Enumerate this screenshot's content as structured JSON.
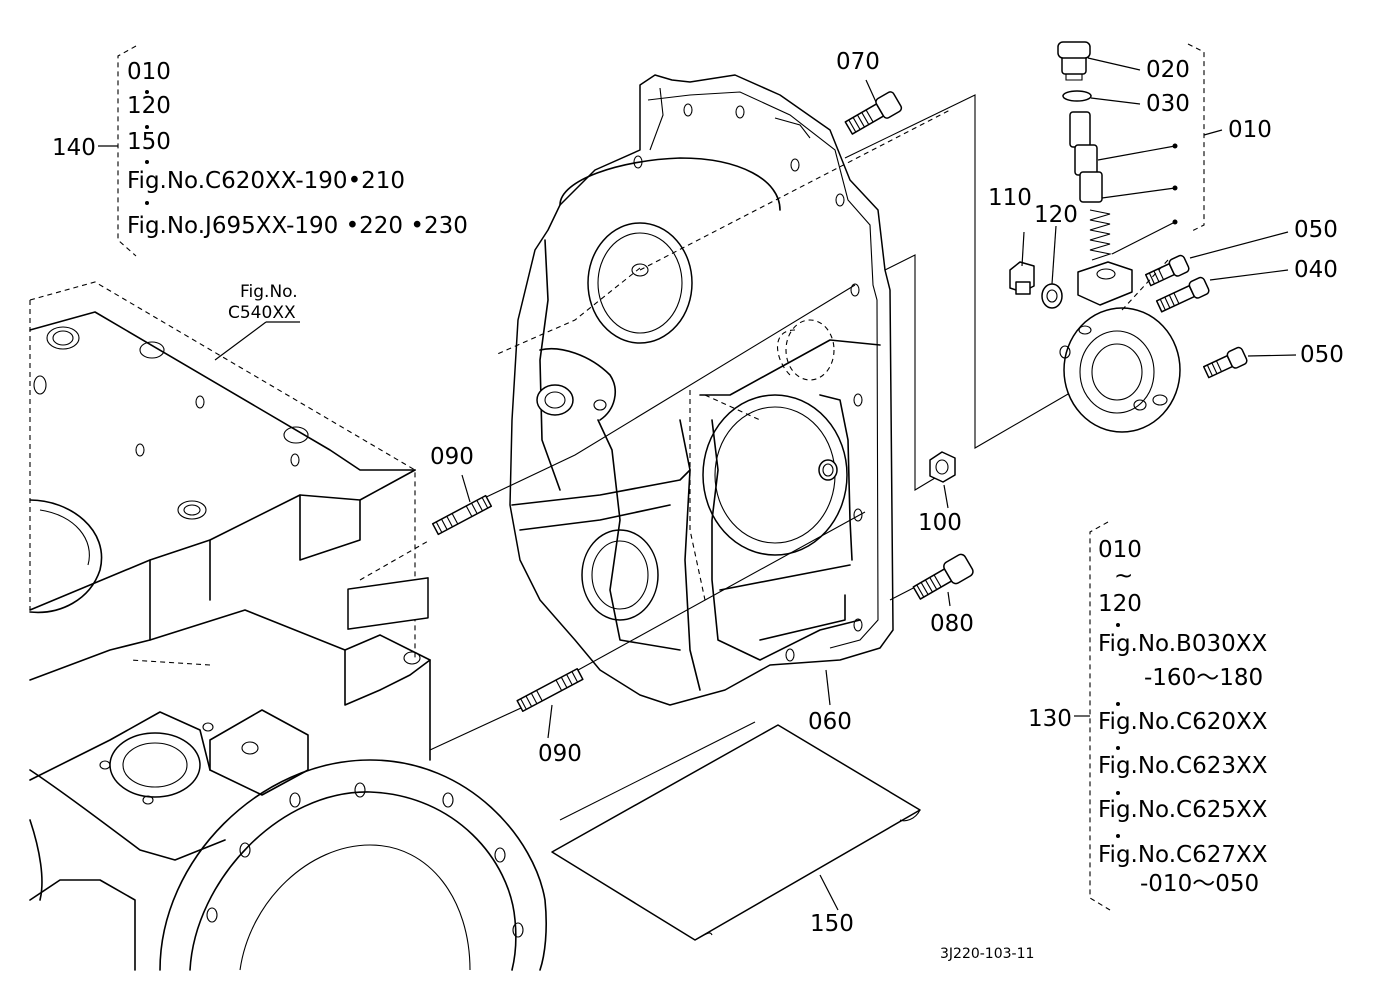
{
  "diagram_id": "3J220-103-11",
  "callouts": {
    "c020": "020",
    "c030": "030",
    "c010": "010",
    "c110": "110",
    "c120": "120",
    "c050a": "050",
    "c040": "040",
    "c050b": "050",
    "c070": "070",
    "c090a": "090",
    "c090b": "090",
    "c100": "100",
    "c080": "080",
    "c060": "060",
    "c150": "150"
  },
  "ref_label": {
    "line1": "Fig.No.",
    "line2": "C540XX"
  },
  "group140": {
    "number": "140",
    "items": [
      "010",
      "120",
      "150",
      "Fig.No.C620XX-190•210",
      "Fig.No.J695XX-190 •220 •230"
    ]
  },
  "group130": {
    "number": "130",
    "items": [
      "010",
      "~",
      "120",
      "Fig.No.B030XX",
      "-160～180",
      "Fig.No.C620XX",
      "Fig.No.C623XX",
      "Fig.No.C625XX",
      "Fig.No.C627XX",
      "-010～050"
    ]
  }
}
